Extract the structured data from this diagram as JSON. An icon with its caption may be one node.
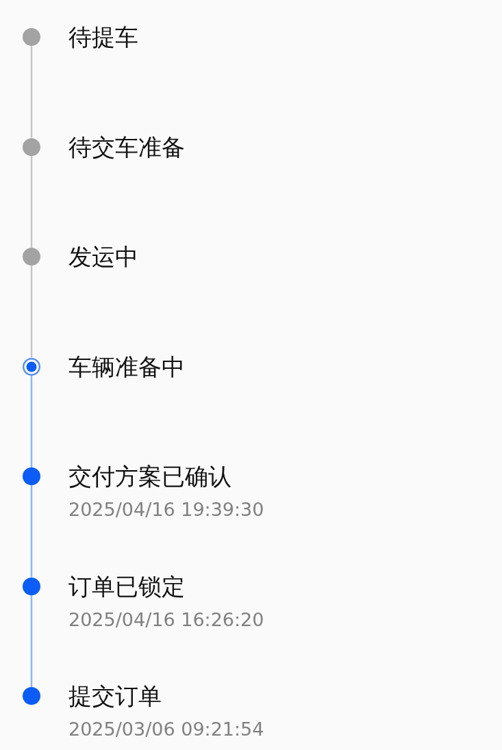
{
  "diagram": {
    "nodes": [
      {
        "text": [],
        "shape": "circle",
        "beside": [
          "待提车"
        ]
      },
      {
        "text": [],
        "shape": "circle",
        "beside": [
          "待交车准备"
        ]
      },
      {
        "text": [],
        "shape": "circle",
        "beside": [
          "发运中"
        ]
      },
      {
        "text": [],
        "shape": "circle",
        "beside": [
          "车辆准备中"
        ]
      },
      {
        "text": [],
        "shape": "circle",
        "beside": [
          "交付方案已确认",
          "2025/04/16 19:39:30"
        ]
      },
      {
        "text": [],
        "shape": "circle",
        "beside": [
          "订单已锁定",
          "2025/04/16 16:26:20"
        ]
      },
      {
        "text": [],
        "shape": "circle",
        "beside": [
          "提交订单",
          "2025/03/06 09:21:54"
        ]
      }
    ],
    "edges": [
      {
        "from": 0,
        "to": 1,
        "arrow": "none",
        "color": "#c6c6c6"
      },
      {
        "from": 1,
        "to": 2,
        "arrow": "none",
        "color": "#c6c6c6"
      },
      {
        "from": 2,
        "to": 3,
        "arrow": "none",
        "color": "#c6c6c6"
      },
      {
        "from": 3,
        "to": 4,
        "arrow": "none",
        "color": "#8fb6f2"
      },
      {
        "from": 4,
        "to": 5,
        "arrow": "none",
        "color": "#8fb6f2"
      },
      {
        "from": 5,
        "to": 6,
        "arrow": "none",
        "color": "#8fb6f2"
      }
    ]
  }
}
